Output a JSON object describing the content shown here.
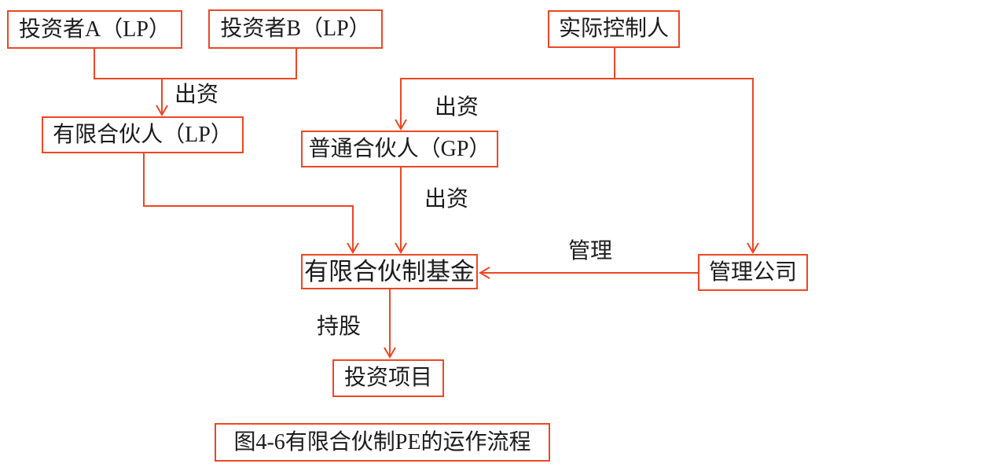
{
  "diagram": {
    "accent_color": "#ef4623",
    "text_color": "#1c1c1c",
    "nodes": {
      "investor_a": {
        "label": "投资者A（LP）"
      },
      "investor_b": {
        "label": "投资者B（LP）"
      },
      "controller": {
        "label": "实际控制人"
      },
      "limited_partner": {
        "label": "有限合伙人（LP）"
      },
      "general_partner": {
        "label": "普通合伙人（GP）"
      },
      "fund": {
        "label": "有限合伙制基金"
      },
      "management_company": {
        "label": "管理公司"
      },
      "investment_project": {
        "label": "投资项目"
      }
    },
    "edge_labels": {
      "contribute_1": "出资",
      "contribute_2": "出资",
      "contribute_3": "出资",
      "manage": "管理",
      "hold_shares": "持股"
    },
    "edges": [
      {
        "from": "投资者A（LP）",
        "to": "有限合伙人（LP）",
        "label": "出资"
      },
      {
        "from": "投资者B（LP）",
        "to": "有限合伙人（LP）",
        "label": "出资"
      },
      {
        "from": "实际控制人",
        "to": "普通合伙人（GP）",
        "label": "出资"
      },
      {
        "from": "实际控制人",
        "to": "管理公司",
        "label": ""
      },
      {
        "from": "有限合伙人（LP）",
        "to": "有限合伙制基金",
        "label": ""
      },
      {
        "from": "普通合伙人（GP）",
        "to": "有限合伙制基金",
        "label": "出资"
      },
      {
        "from": "管理公司",
        "to": "有限合伙制基金",
        "label": "管理"
      },
      {
        "from": "有限合伙制基金",
        "to": "投资项目",
        "label": "持股"
      }
    ],
    "caption": "图4-6有限合伙制PE的运作流程"
  }
}
